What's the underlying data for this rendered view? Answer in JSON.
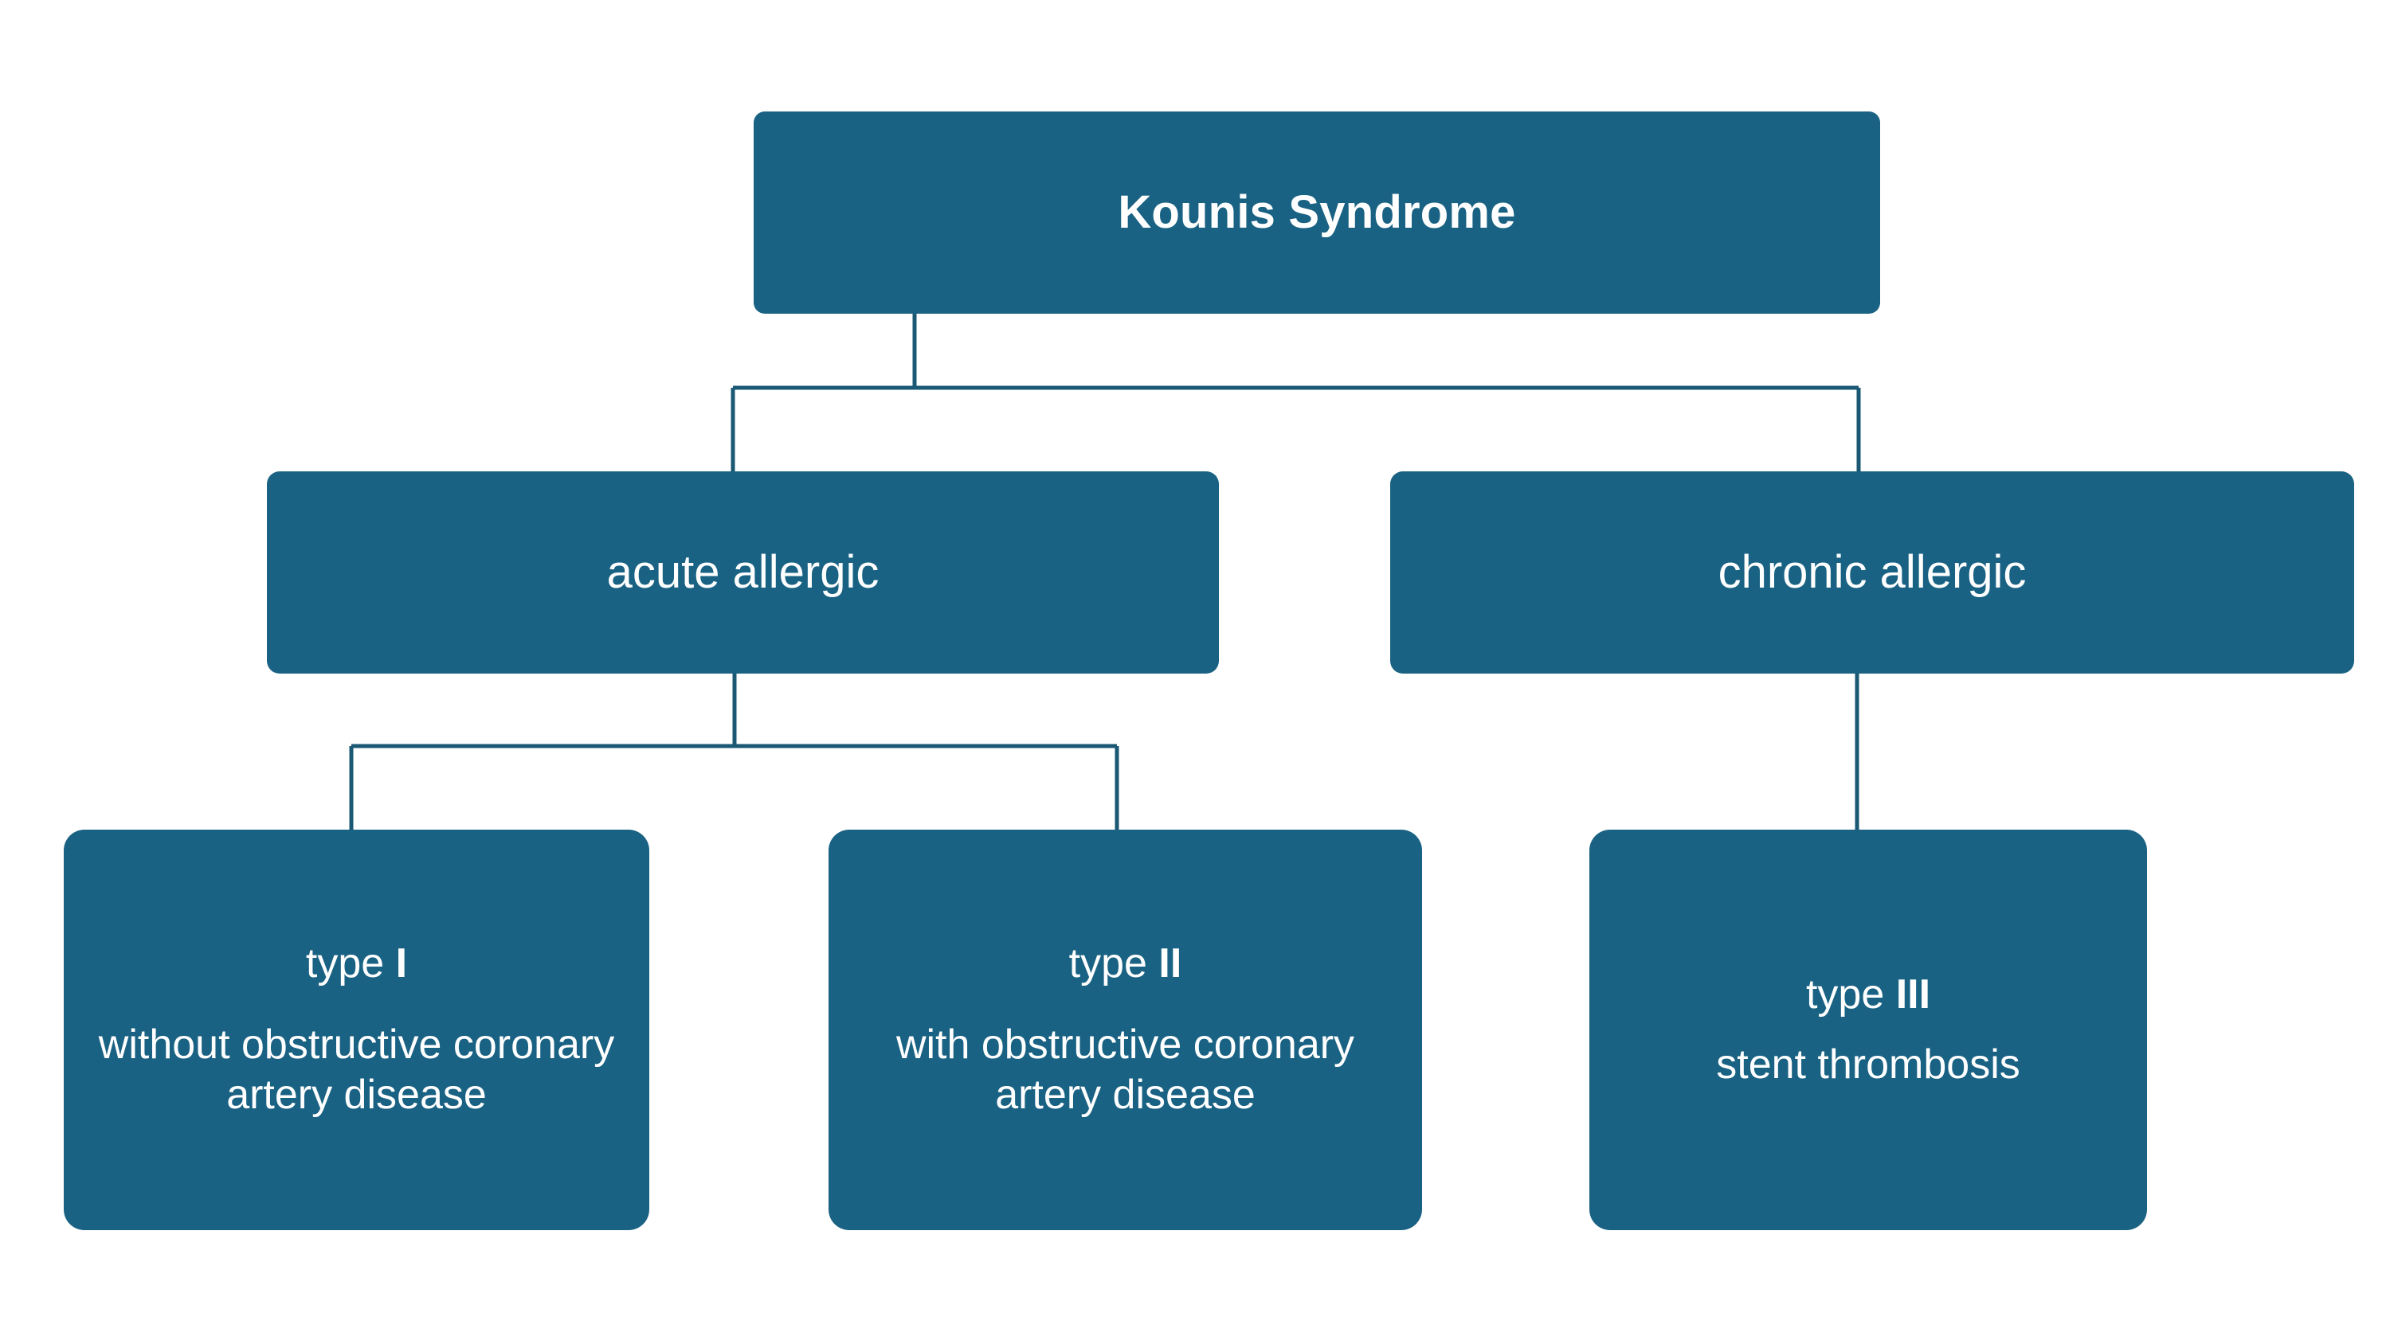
{
  "diagram": {
    "title": "Kounis Syndrome classification",
    "colors": {
      "node_fill": "#1a6283",
      "node_text": "#ffffff",
      "connector_line": "#1a5874",
      "background": "#ffffff"
    },
    "root": {
      "label": "Kounis Syndrome"
    },
    "branches": [
      {
        "label": "acute allergic"
      },
      {
        "label": "chronic allergic"
      }
    ],
    "leaves": [
      {
        "title_prefix": "type ",
        "title_numeral": "I",
        "description": "without obstructive coronary artery disease"
      },
      {
        "title_prefix": "type ",
        "title_numeral": "II",
        "description": "with obstructive coronary artery disease"
      },
      {
        "title_prefix": "type ",
        "title_numeral": "III",
        "description": "stent thrombosis"
      }
    ]
  }
}
